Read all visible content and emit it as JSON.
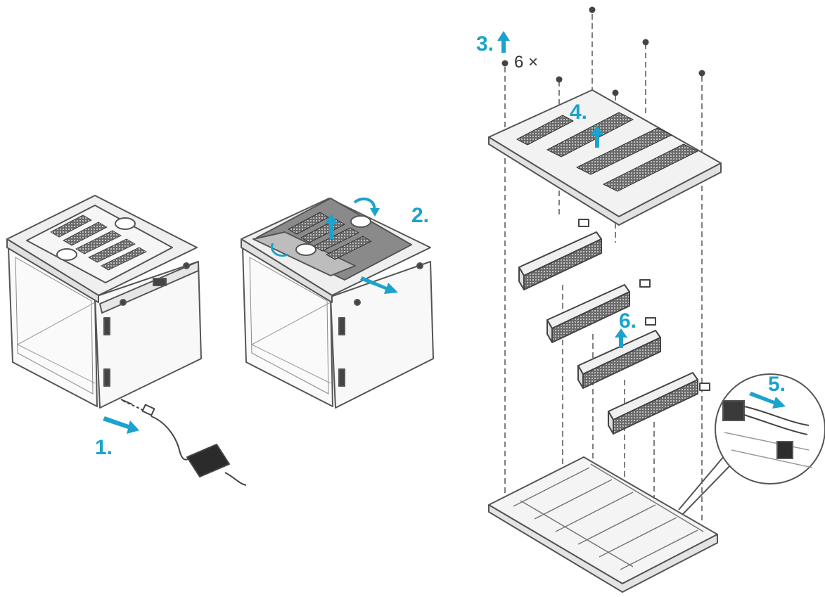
{
  "colors": {
    "accent": "#1aa3cc",
    "line": "#555555",
    "fill": "#f3f3f3",
    "grille": "#555555"
  },
  "steps": [
    {
      "id": "1",
      "label": "1.",
      "action": "unplug power adapter"
    },
    {
      "id": "2",
      "label": "2.",
      "action": "remove lid"
    },
    {
      "id": "3",
      "label": "3.",
      "action": "remove screws"
    },
    {
      "id": "4",
      "label": "4.",
      "action": "lift cover plate"
    },
    {
      "id": "5",
      "label": "5.",
      "action": "disconnect plug"
    },
    {
      "id": "6",
      "label": "6.",
      "action": "lift out LED module"
    }
  ],
  "screw_count": "6 ×"
}
